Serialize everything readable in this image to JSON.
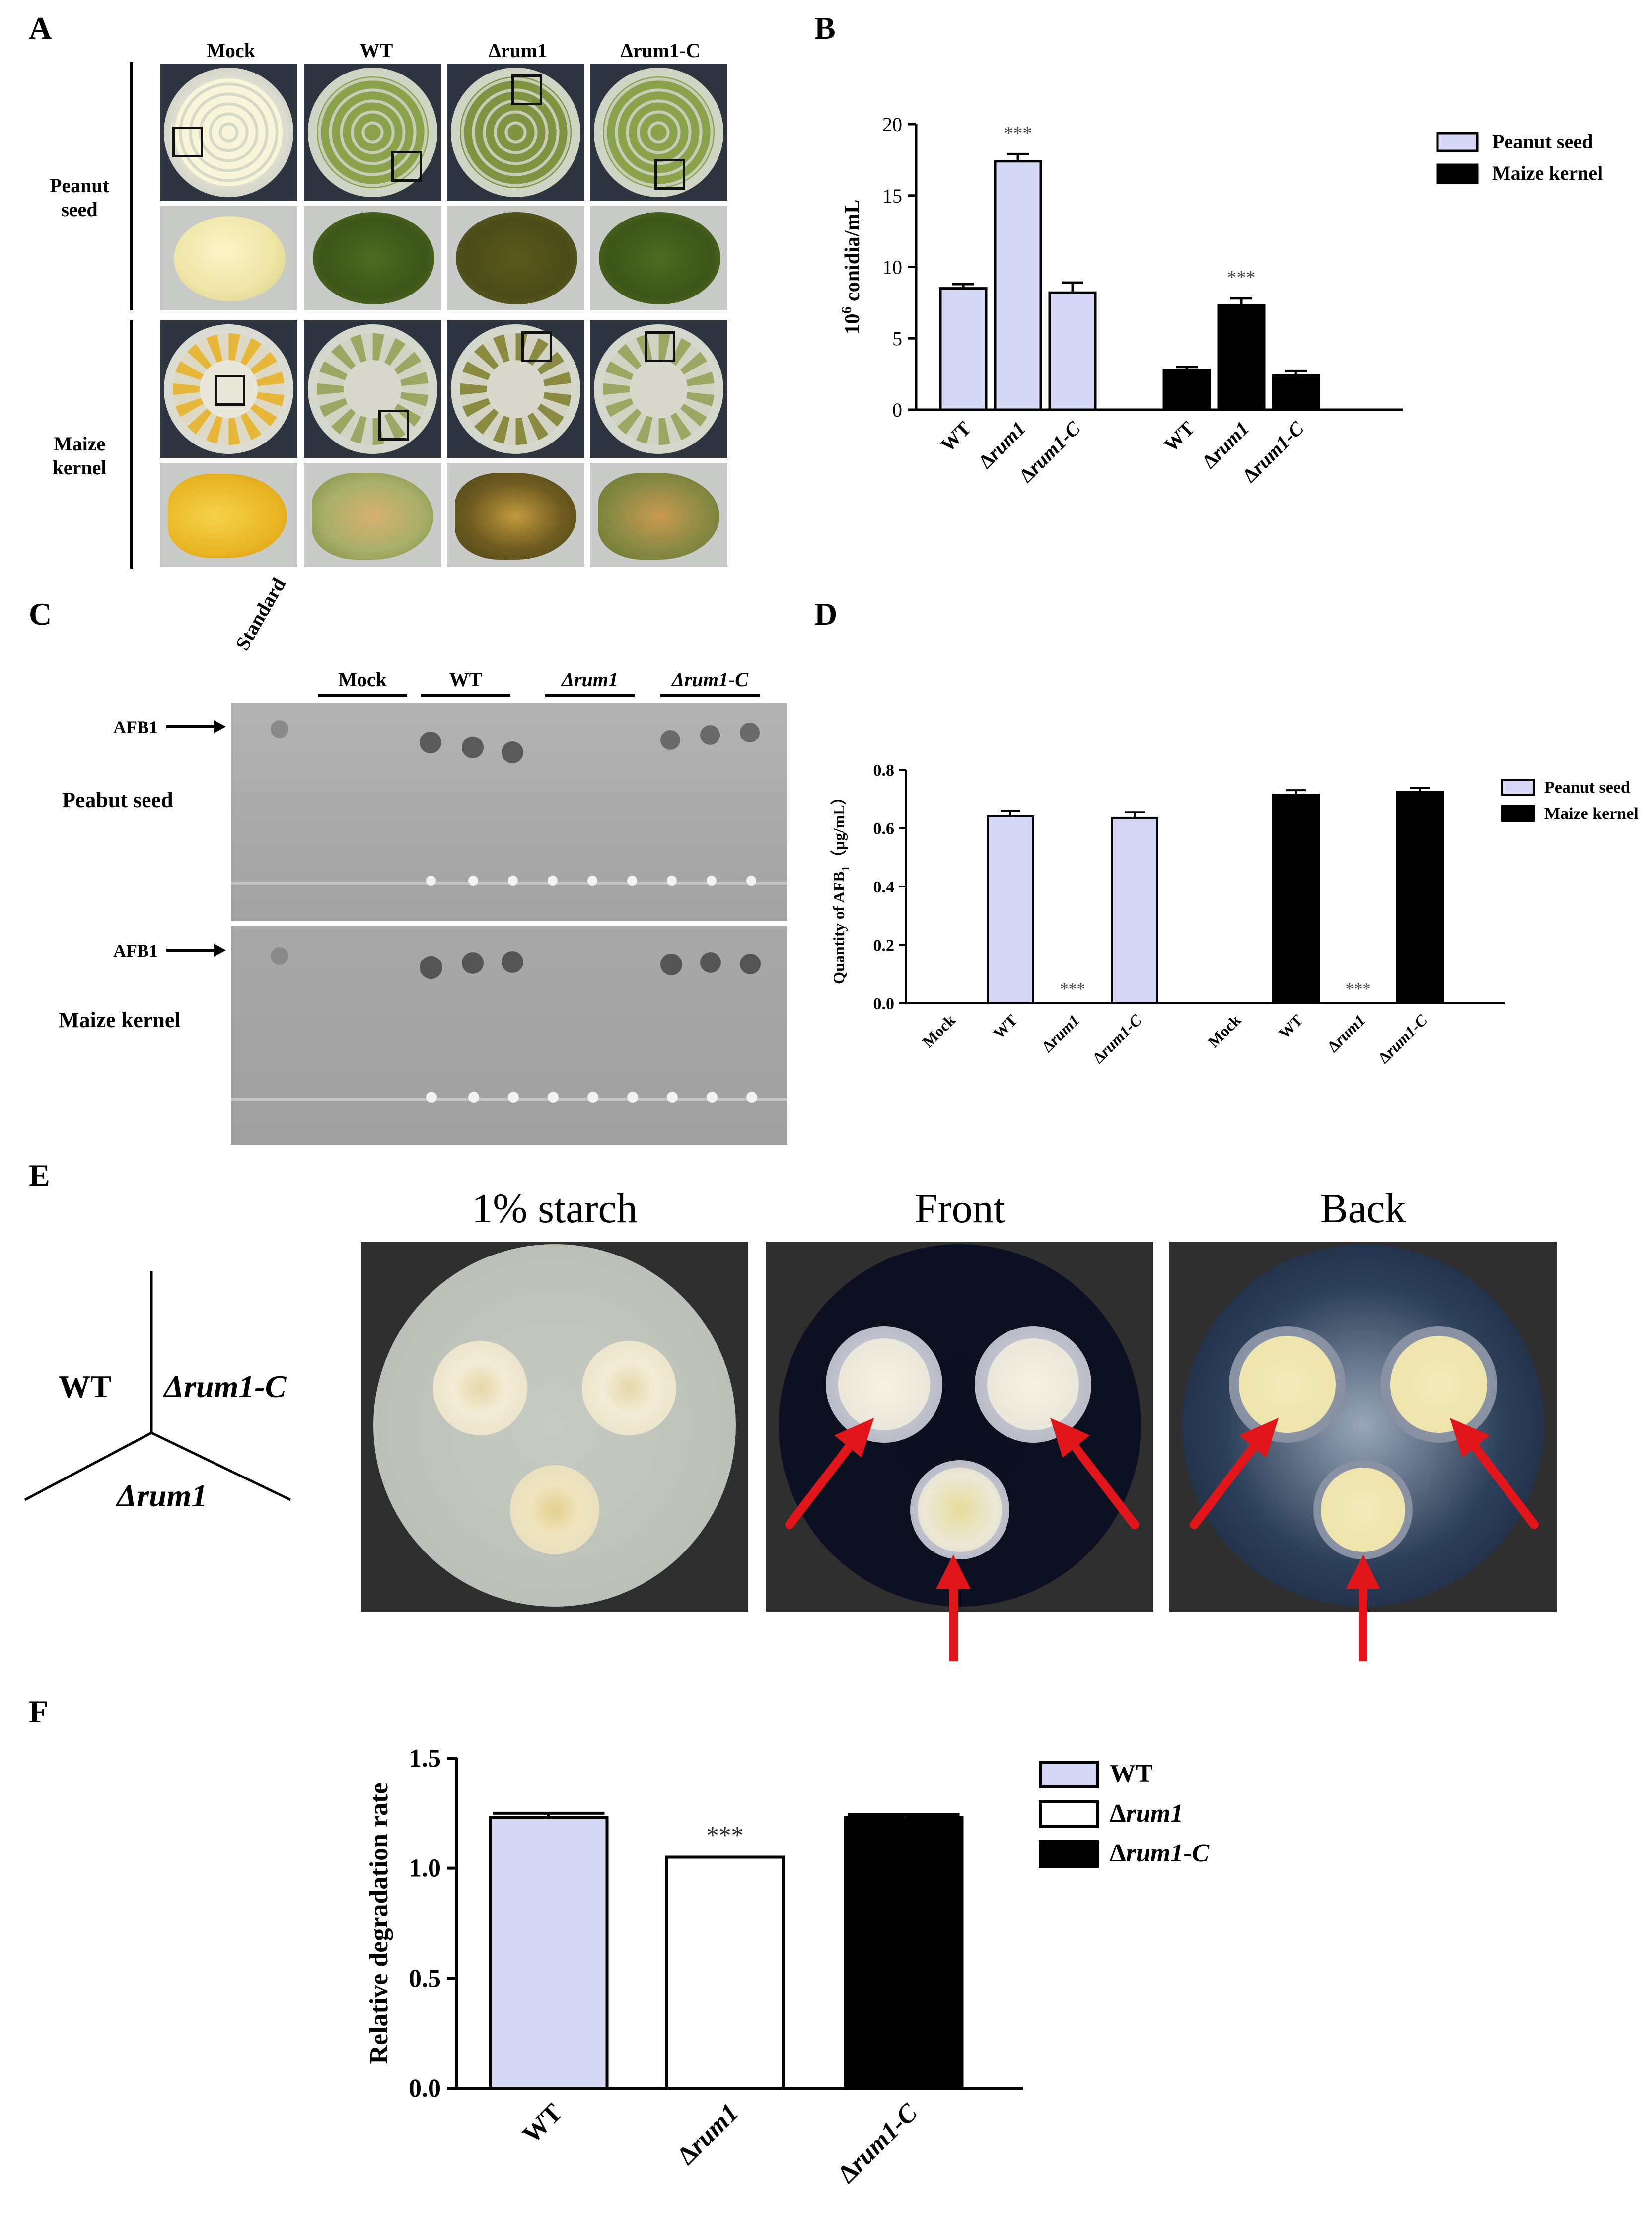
{
  "panels": {
    "A": "A",
    "B": "B",
    "C": "C",
    "D": "D",
    "E": "E",
    "F": "F"
  },
  "panelA": {
    "columns": [
      "Mock",
      "WT",
      "Δrum1",
      "Δrum1-C"
    ],
    "row1_label": "Peanut\nseed",
    "row2_label": "Maize\nkernel"
  },
  "panelC": {
    "lane_standard": "Standard",
    "groups": [
      "Mock",
      "WT",
      "Δrum1",
      "Δrum1-C"
    ],
    "afb1_label": "AFB1",
    "row1_label": "Peabut seed",
    "row2_label": "Maize kernel"
  },
  "panelE": {
    "titles": [
      "1% starch",
      "Front",
      "Back"
    ],
    "diagram_labels": {
      "wt": "WT",
      "comp": "Δrum1-C",
      "del": "Δrum1"
    }
  },
  "colors": {
    "lavender": "#d6d6f5",
    "black": "#000000",
    "white": "#ffffff",
    "red": "#e0161b"
  },
  "chart_data": [
    {
      "id": "B",
      "type": "bar",
      "ylabel": "10^6 conidia/mL",
      "ylabel_base": "10",
      "ylabel_sup": "6",
      "ylabel_rest": " conidia/mL",
      "ylim": [
        0,
        20
      ],
      "yticks": [
        "0",
        "5",
        "10",
        "15",
        "20"
      ],
      "categories": [
        "WT",
        "Δrum1",
        "Δrum1-C",
        "WT",
        "Δrum1",
        "Δrum1-C"
      ],
      "series": [
        {
          "name": "Peanut seed",
          "values": [
            8.5,
            17.4,
            8.2
          ],
          "errors": [
            0.3,
            0.5,
            0.7
          ]
        },
        {
          "name": "Maize kernel",
          "values": [
            2.8,
            7.3,
            2.4
          ],
          "errors": [
            0.2,
            0.5,
            0.3
          ]
        }
      ],
      "annotations": [
        "***",
        "***"
      ]
    },
    {
      "id": "D",
      "type": "bar",
      "ylabel": "Quantity of AFB1（μg/mL）",
      "ylabel_a": "Quantity of AFB",
      "ylabel_sub": "1",
      "ylabel_b": "（μg/mL）",
      "ylim": [
        0,
        0.8
      ],
      "yticks": [
        "0.0",
        "0.2",
        "0.4",
        "0.6",
        "0.8"
      ],
      "categories": [
        "Mock",
        "WT",
        "Δrum1",
        "Δrum1-C",
        "Mock",
        "WT",
        "Δrum1",
        "Δrum1-C"
      ],
      "series": [
        {
          "name": "Peanut seed",
          "values": [
            0,
            0.64,
            0,
            0.635
          ],
          "errors": [
            0,
            0.02,
            0,
            0.02
          ]
        },
        {
          "name": "Maize kernel",
          "values": [
            0,
            0.715,
            0,
            0.725
          ],
          "errors": [
            0,
            0.015,
            0,
            0.012
          ]
        }
      ],
      "annotations": [
        "***",
        "***"
      ]
    },
    {
      "id": "F",
      "type": "bar",
      "ylabel": "Relative degradation rate",
      "ylim": [
        0,
        1.5
      ],
      "yticks": [
        "0.0",
        "0.5",
        "1.0",
        "1.5"
      ],
      "categories": [
        "WT",
        "Δrum1",
        "Δrum1-C"
      ],
      "series": [
        {
          "name": "WT",
          "values": [
            1.23
          ],
          "errors": [
            0.02
          ]
        },
        {
          "name": "Δrum1",
          "values": [
            1.05
          ],
          "errors": [
            0.0
          ]
        },
        {
          "name": "Δrum1-C",
          "values": [
            1.23
          ],
          "errors": [
            0.015
          ]
        }
      ],
      "values": [
        1.23,
        1.05,
        1.23
      ],
      "annotations": [
        "***"
      ]
    }
  ]
}
